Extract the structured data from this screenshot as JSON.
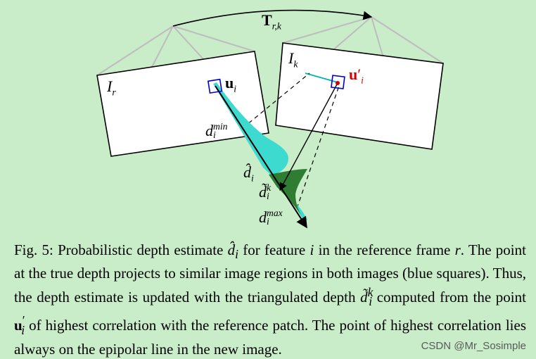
{
  "figure": {
    "transform_label": {
      "main": "T",
      "sub": "r,k"
    },
    "ref_image_label": {
      "main": "I",
      "sub": "r"
    },
    "cur_image_label": {
      "main": "I",
      "sub": "k"
    },
    "u_ref_label": {
      "main": "u",
      "sub": "i"
    },
    "u_cur_label": {
      "main": "u",
      "prime": "′",
      "sub": "i"
    },
    "dmin_label": {
      "main": "d",
      "sup": "min",
      "sub": "i"
    },
    "dhat_label": {
      "main": "d̂",
      "sub": "i"
    },
    "dtilde_label": {
      "main": "d̃",
      "sup": "k",
      "sub": "i"
    },
    "dmax_label": {
      "main": "d",
      "sup": "max",
      "sub": "i"
    },
    "colors": {
      "background": "#c9ecc9",
      "frustum": "#bdbdbd",
      "distribution": "#3ddbcf",
      "update": "#2e7d32",
      "square": "#0000cc",
      "point": "#d40000",
      "epipolar": "#00b3b3"
    }
  },
  "caption": {
    "p1": "Fig. 5: Probabilistic depth estimate ",
    "sym1": "d̂",
    "sym1_sub": "i",
    "p2": " for feature ",
    "sym2": "i",
    "p3": " in the reference frame ",
    "sym3": "r",
    "p4": ". The point at the true depth projects to similar image regions in both images (blue squares). Thus, the depth estimate is updated with the triangulated depth ",
    "sym4": "d̃",
    "sym4_sup": "k",
    "sym4_sub": "i",
    "p5": " computed from the point ",
    "sym5": "u",
    "sym5_sup": "′",
    "sym5_sub": "i",
    "p6": " of highest correlation with the reference patch. The point of highest correlation lies always on the epipolar line in the new image."
  },
  "watermark": "CSDN @Mr_Sosimple"
}
